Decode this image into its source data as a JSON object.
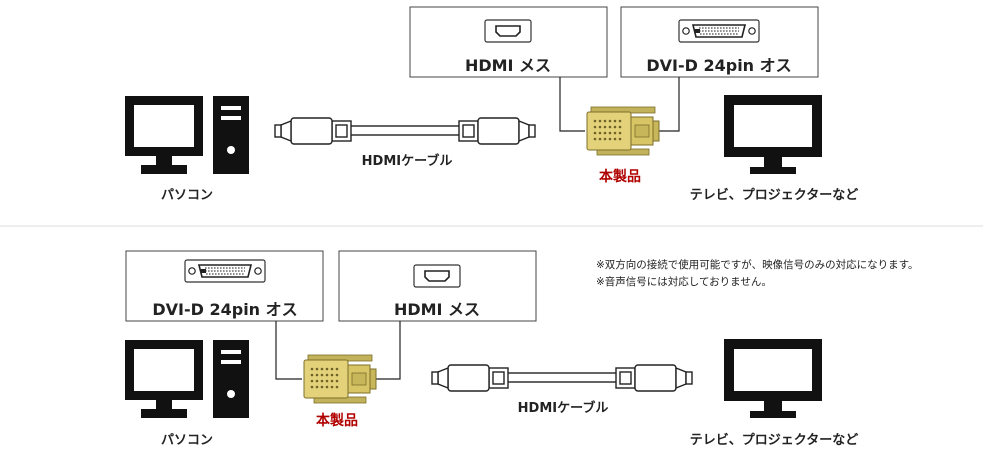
{
  "labels": {
    "hdmi_female": "HDMI メス",
    "dvi_male": "DVI-D 24pin オス",
    "pc": "パソコン",
    "display": "テレビ、プロジェクターなど",
    "cable": "HDMIケーブル",
    "product": "本製品"
  },
  "notes": [
    "※双方向の接続で使用可能ですが、映像信号のみの対応になります。",
    "※音声信号には対応しておりません。"
  ],
  "colors": {
    "line": "#222222",
    "box_border": "#444444",
    "device": "#111111",
    "adapter_gold": "#e3d27a",
    "product_label": "#b00000",
    "divider": "#dddddd"
  }
}
